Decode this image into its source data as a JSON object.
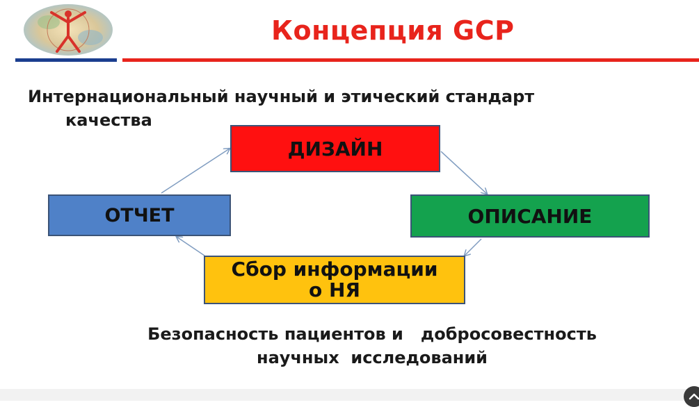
{
  "slide": {
    "title": "Концепция GCP",
    "subtitle_line1": "Интернациональный научный и этический стандарт",
    "subtitle_line2": "качества",
    "cycle": {
      "design": "ДИЗАЙН",
      "describe": "ОПИСАНИЕ",
      "collect_line1": "Сбор информации",
      "collect_line2": "о НЯ",
      "report": "ОТЧЕТ"
    },
    "footer_line1": "Безопасность пациентов и   добросовестность",
    "footer_line2": "научных  исследований"
  },
  "colors": {
    "title": "#e8241c",
    "rule_blue": "#1b3e8f",
    "rule_red": "#e8241c",
    "design_box": "#ff1010",
    "describe_box": "#14a24e",
    "collect_box": "#ffc20e",
    "report_box": "#4f81c8"
  },
  "icons": {
    "logo": "vitruvian-man-logo",
    "scroll": "chevron-up-icon"
  }
}
